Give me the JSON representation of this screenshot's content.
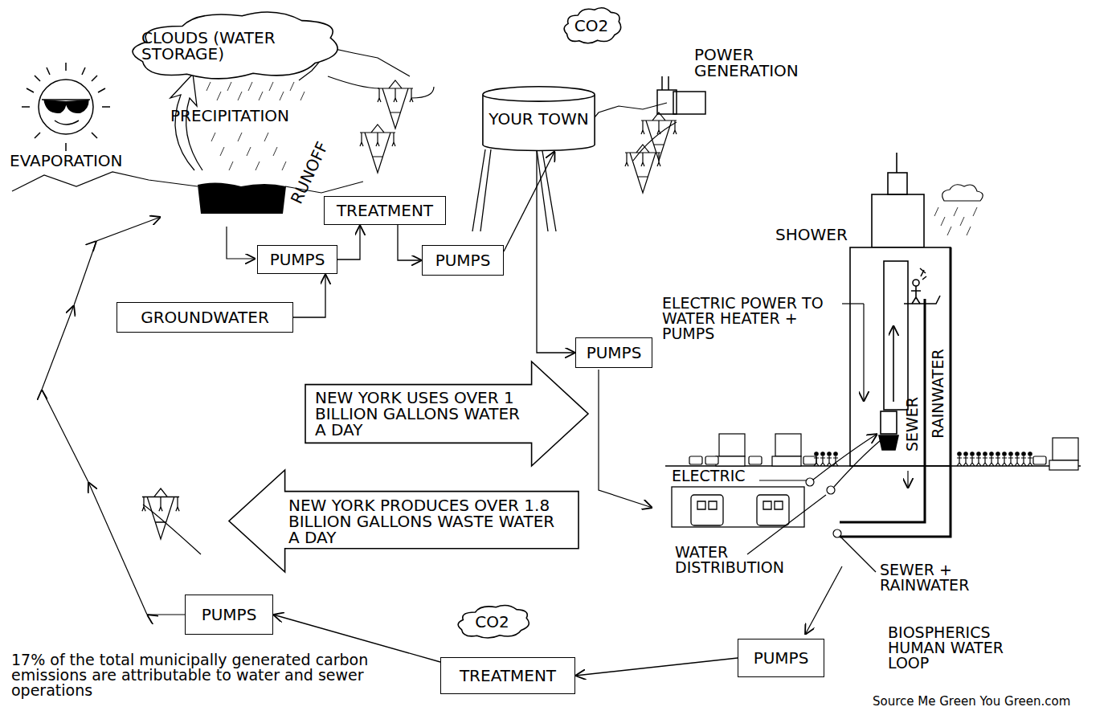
{
  "diagram": {
    "nodes": [
      {
        "text": [
          "CLOUDS (WATER STORAGE)"
        ]
      },
      {
        "text": [
          "CO2"
        ]
      },
      {
        "text": [
          "YOUR TOWN"
        ]
      },
      {
        "text": [
          "TREATMENT"
        ]
      },
      {
        "text": [
          "PUMPS"
        ]
      },
      {
        "text": [
          "PUMPS"
        ]
      },
      {
        "text": [
          "GROUNDWATER"
        ]
      },
      {
        "text": [
          "PUMPS"
        ]
      },
      {
        "text": [
          "NEW YORK USES OVER 1 BILLION GALLONS WATER A DAY"
        ]
      },
      {
        "text": [
          "NEW YORK PRODUCES OVER 1.8 BILLION GALLONS WASTE WATER A DAY"
        ]
      },
      {
        "text": [
          "PUMPS"
        ]
      },
      {
        "text": [
          "CO2"
        ]
      },
      {
        "text": [
          "TREATMENT"
        ]
      },
      {
        "text": [
          "PUMPS"
        ]
      }
    ],
    "edges": [
      {
        "from": 6,
        "to": 4,
        "arrow": "to"
      },
      {
        "from": 4,
        "to": 3,
        "arrow": "to"
      },
      {
        "from": 3,
        "to": 5,
        "arrow": "to"
      },
      {
        "from": 5,
        "to": 2,
        "arrow": "to"
      },
      {
        "from": 2,
        "to": 7,
        "arrow": "to"
      },
      {
        "from": 13,
        "to": 12,
        "arrow": "to"
      },
      {
        "from": 12,
        "to": 10,
        "arrow": "to"
      }
    ],
    "labels": [
      "EVAPORATION",
      "PRECIPITATION",
      "RUNOFF",
      "POWER GENERATION",
      "SHOWER",
      "ELECTRIC POWER TO WATER HEATER + PUMPS",
      "SEWER",
      "RAINWATER",
      "ELECTRIC",
      "WATER DISTRIBUTION",
      "SEWER + RAINWATER",
      "BIOSPHERICS HUMAN WATER LOOP",
      "17% of the total municipally generated carbon emissions are attributable to water and sewer operations",
      "Source Me Green You Green.com"
    ]
  }
}
